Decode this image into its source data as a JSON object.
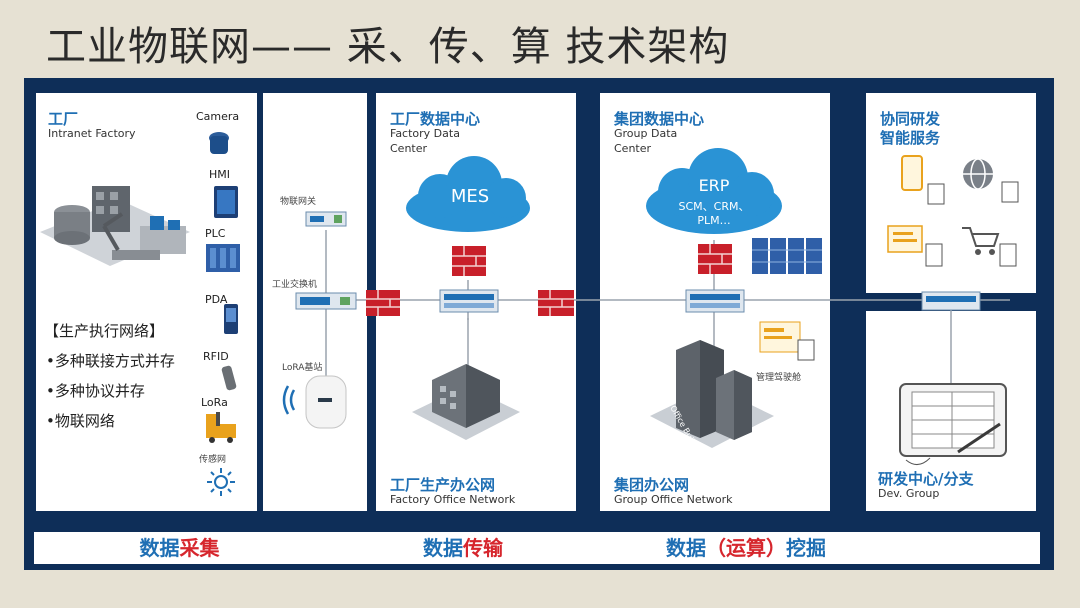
{
  "title": "工业物联网—— 采、传、算 技术架构",
  "factory": {
    "title": "工厂",
    "subtitle": "Intranet Factory",
    "devices": [
      "Camera",
      "HMI",
      "PLC",
      "PDA",
      "RFID",
      "LoRa",
      "传感网"
    ],
    "network_title": "【生产执行网络】",
    "bullets": [
      "•多种联接方式并存",
      "•多种协议并存",
      "•物联网络"
    ]
  },
  "gateway": {
    "iot_gateway": "物联网关",
    "switch": "工业交换机",
    "lora": "LoRA基站"
  },
  "factory_dc": {
    "title": "工厂数据中心",
    "subtitle_1": "Factory Data",
    "subtitle_2": "Center",
    "cloud": "MES",
    "office_title": "工厂生产办公网",
    "office_sub": "Factory Office Network"
  },
  "group_dc": {
    "title": "集团数据中心",
    "subtitle_1": "Group Data",
    "subtitle_2": "Center",
    "cloud_1": "ERP",
    "cloud_2": "SCM、CRM、",
    "cloud_3": "PLM…",
    "cockpit": "管理驾驶舱",
    "building_label": "Office Building",
    "office_title": "集团办公网",
    "office_sub": "Group Office Network"
  },
  "collab": {
    "title_1": "协同研发",
    "title_2": "智能服务"
  },
  "rd": {
    "title": "研发中心/分支",
    "subtitle": "Dev. Group"
  },
  "bottom": {
    "seg1_a": "数据",
    "seg1_b": "采集",
    "seg2_a": "数据",
    "seg2_b": "传输",
    "seg3_a": "数据",
    "seg3_b": "（运算）",
    "seg3_c": "挖掘"
  },
  "colors": {
    "frame": "#0e2e58",
    "accent_blue": "#1f6fb4",
    "accent_red": "#d6262d",
    "cloud": "#2a93d5",
    "firewall": "#c8202a"
  }
}
